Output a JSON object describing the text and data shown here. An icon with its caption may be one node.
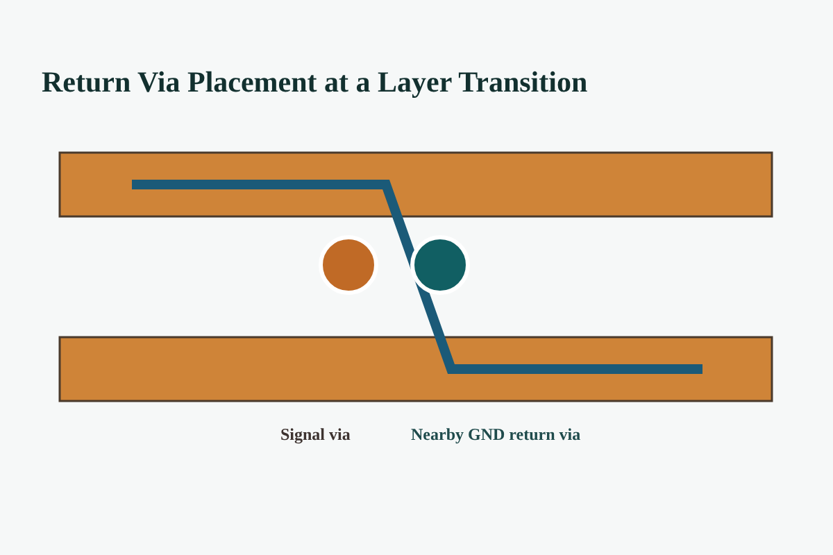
{
  "diagram": {
    "title": "Return Via Placement at a Layer Transition",
    "labels": [
      "Signal via",
      "Nearby GND return via"
    ]
  }
}
